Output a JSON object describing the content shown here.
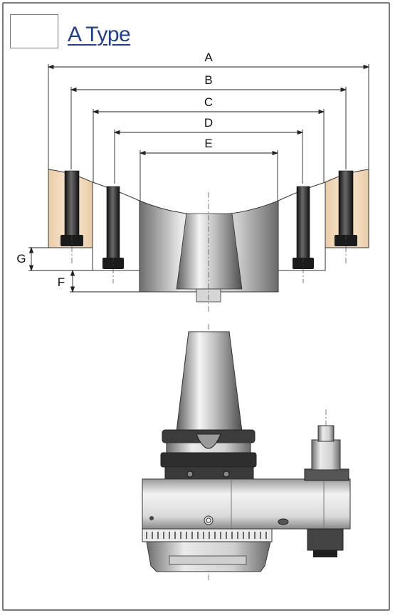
{
  "header": {
    "title": "A Type"
  },
  "dimensions": {
    "a": "A",
    "b": "B",
    "c": "C",
    "d": "D",
    "e": "E",
    "f": "F",
    "g": "G"
  },
  "colors": {
    "title": "#233f86",
    "workpiece": "#f5dcbf",
    "steel": "#b9b9b9",
    "dark_steel": "#2a2a2a"
  }
}
